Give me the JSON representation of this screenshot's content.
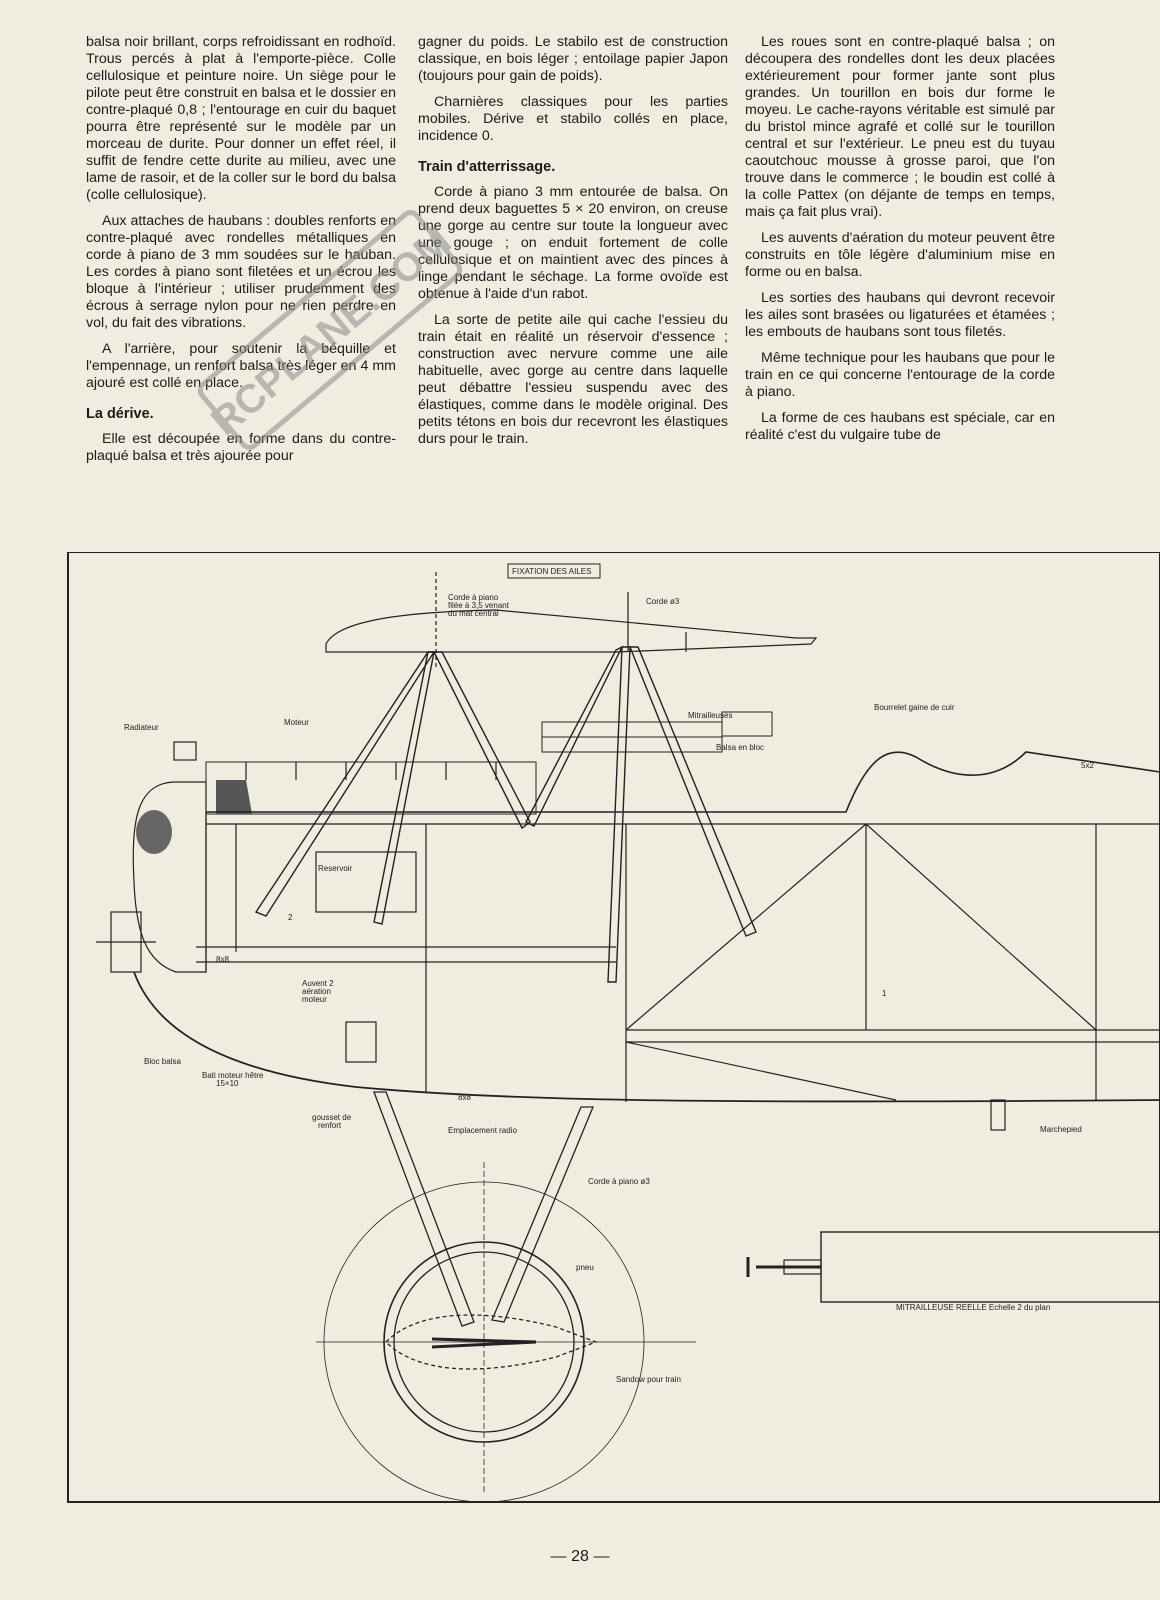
{
  "article": {
    "col1": {
      "p1": "balsa noir brillant, corps refroidissant en rodhoïd. Trous percés à plat à l'emporte-pièce. Colle cellulosique et peinture noire. Un siège pour le pilote peut être construit en balsa et le dossier en contre-plaqué 0,8 ; l'entourage en cuir du baquet pourra être représenté sur le modèle par un morceau de durite. Pour donner un effet réel, il suffit de fendre cette durite au milieu, avec une lame de rasoir, et de la coller sur le bord du balsa (colle cellulosique).",
      "p2": "Aux attaches de haubans : doubles renforts en contre-plaqué avec rondelles métalliques en corde à piano de 3 mm soudées sur le hauban. Les cordes à piano sont filetées et un écrou les bloque à l'intérieur ; utiliser prudemment des écrous à serrage nylon pour ne rien perdre en vol, du fait des vibrations.",
      "p3": "A l'arrière, pour soutenir la béquille et l'empennage, un renfort balsa très léger en 4 mm ajouré est collé en place.",
      "h_derive": "La dérive.",
      "p4": "Elle est découpée en forme dans du contre-plaqué balsa et très ajourée pour"
    },
    "col2": {
      "p1": "gagner du poids. Le stabilo est de construction classique, en bois léger ; entoilage papier Japon (toujours pour gain de poids).",
      "p2": "Charnières classiques pour les parties mobiles. Dérive et stabilo collés en place, incidence 0.",
      "h_train": "Train d'atterrissage.",
      "p3": "Corde à piano 3 mm entourée de balsa. On prend deux baguettes 5 × 20 environ, on creuse une gorge au centre sur toute la longueur avec une gouge ; on enduit fortement de colle cellulosique et on maintient avec des pinces à linge pendant le séchage. La forme ovoïde est obtenue à l'aide d'un rabot.",
      "p4": "La sorte de petite aile qui cache l'essieu du train était en réalité un réservoir d'essence ; construction avec nervure comme une aile habituelle, avec gorge au centre dans laquelle peut débattre l'essieu suspendu avec des élastiques, comme dans le modèle original. Des petits tétons en bois dur recevront les élastiques durs pour le train."
    },
    "col3": {
      "p1": "Les roues sont en contre-plaqué balsa ; on découpera des rondelles dont les deux placées extérieurement pour former jante sont plus grandes. Un tourillon en bois dur forme le moyeu. Le cache-rayons véritable est simulé par du bristol mince agrafé et collé sur le tourillon central et sur l'extérieur. Le pneu est du tuyau caoutchouc mousse à grosse paroi, que l'on trouve dans le commerce ; le boudin est collé à la colle Pattex (on déjante de temps en temps, mais ça fait plus vrai).",
      "p2": "Les auvents d'aération du moteur peuvent être construits en tôle légère d'aluminium mise en forme ou en balsa.",
      "p3": "Les sorties des haubans qui devront recevoir les ailes sont brasées ou ligaturées et étamées ; les embouts de haubans sont tous filetés.",
      "p4": "Même technique pour les haubans que pour le train en ce qui concerne l'entourage de la corde à piano.",
      "p5": "La forme de ces haubans est spéciale, car en réalité c'est du vulgaire tube de"
    }
  },
  "plan": {
    "fixation": "FIXATION DES AILES",
    "corde_filetee_1": "Corde à piano",
    "corde_filetee_2": "filée à 3,5 venant",
    "corde_filetee_3": "du mat central",
    "corde_o3": "Corde ø3",
    "radiateur": "Radiateur",
    "moteur": "Moteur",
    "mitrailleuses": "Mitrailleuses",
    "balsa_bloc": "Balsa en bloc",
    "bourrelet": "Bourrelet gaine de cuir",
    "reservoir": "Reservoir",
    "auvent_1": "Auvent 2",
    "auvent_2": "aération",
    "auvent_3": "moteur",
    "bloc_balsa": "Bloc balsa",
    "bati_1": "Bati moteur hêtre",
    "bati_2": "15×10",
    "gousset_1": "gousset de",
    "gousset_2": "renfort",
    "emplacement_radio": "Emplacement radio",
    "marchepied": "Marchepied",
    "corde_piano_o3": "Corde à piano ø3",
    "pneu": "pneu",
    "sandow": "Sandow pour train",
    "mitrailleuse_reelle": "MITRAILLEUSE REELLE Echelle 2 du plan",
    "dim_8x8": "8x8",
    "dim_8x8_b": "8x8",
    "dim_5x2": "5x2",
    "num_2": "2",
    "num_1": "1"
  },
  "watermark": "RCPLANE.COM",
  "page_number": "— 28 —"
}
